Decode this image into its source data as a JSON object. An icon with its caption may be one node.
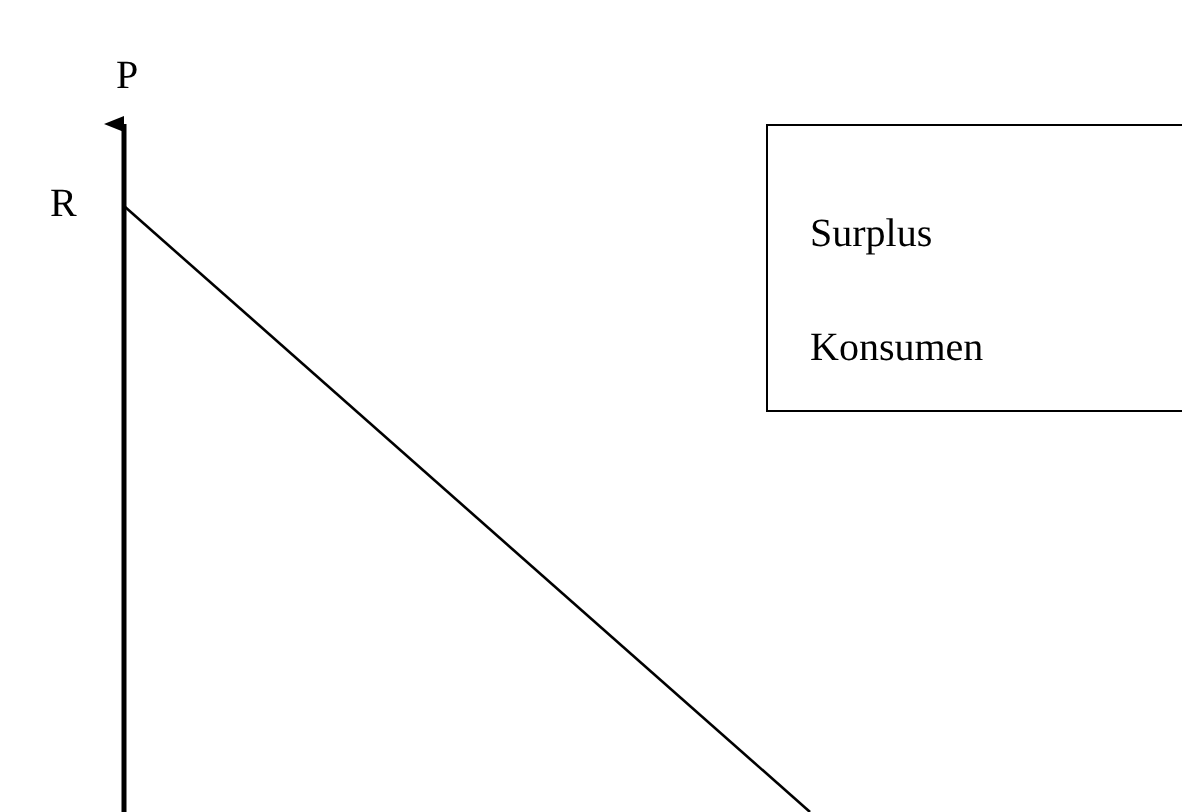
{
  "diagram": {
    "nodes": [
      {
        "text": [
          "Surplus Konsumen"
        ]
      }
    ],
    "edges": [],
    "labels": [
      "P",
      "R"
    ]
  }
}
